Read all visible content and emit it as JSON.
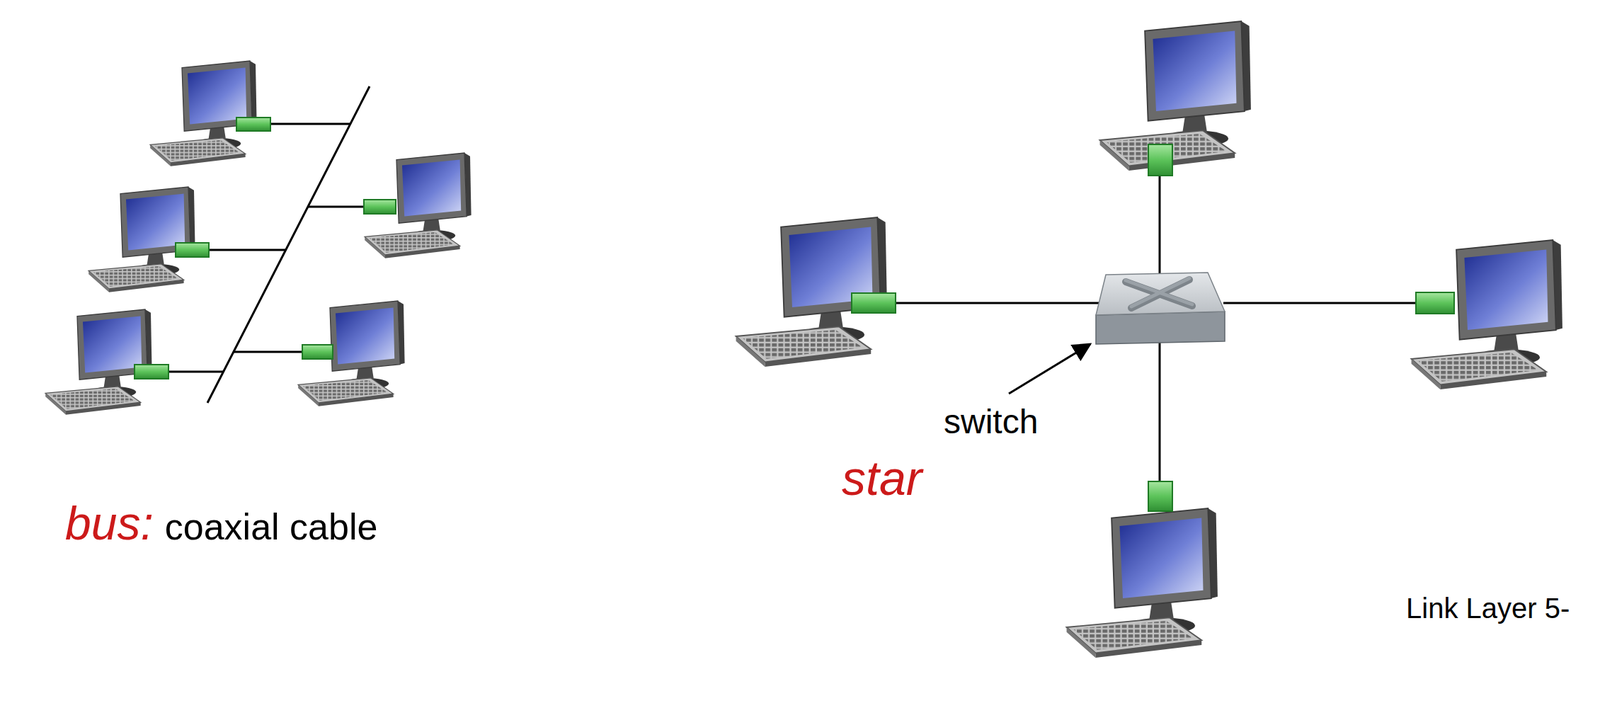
{
  "diagram": {
    "labels": [
      "bus:",
      "coaxial cable",
      "switch",
      "star",
      "Link Layer 5-"
    ]
  }
}
